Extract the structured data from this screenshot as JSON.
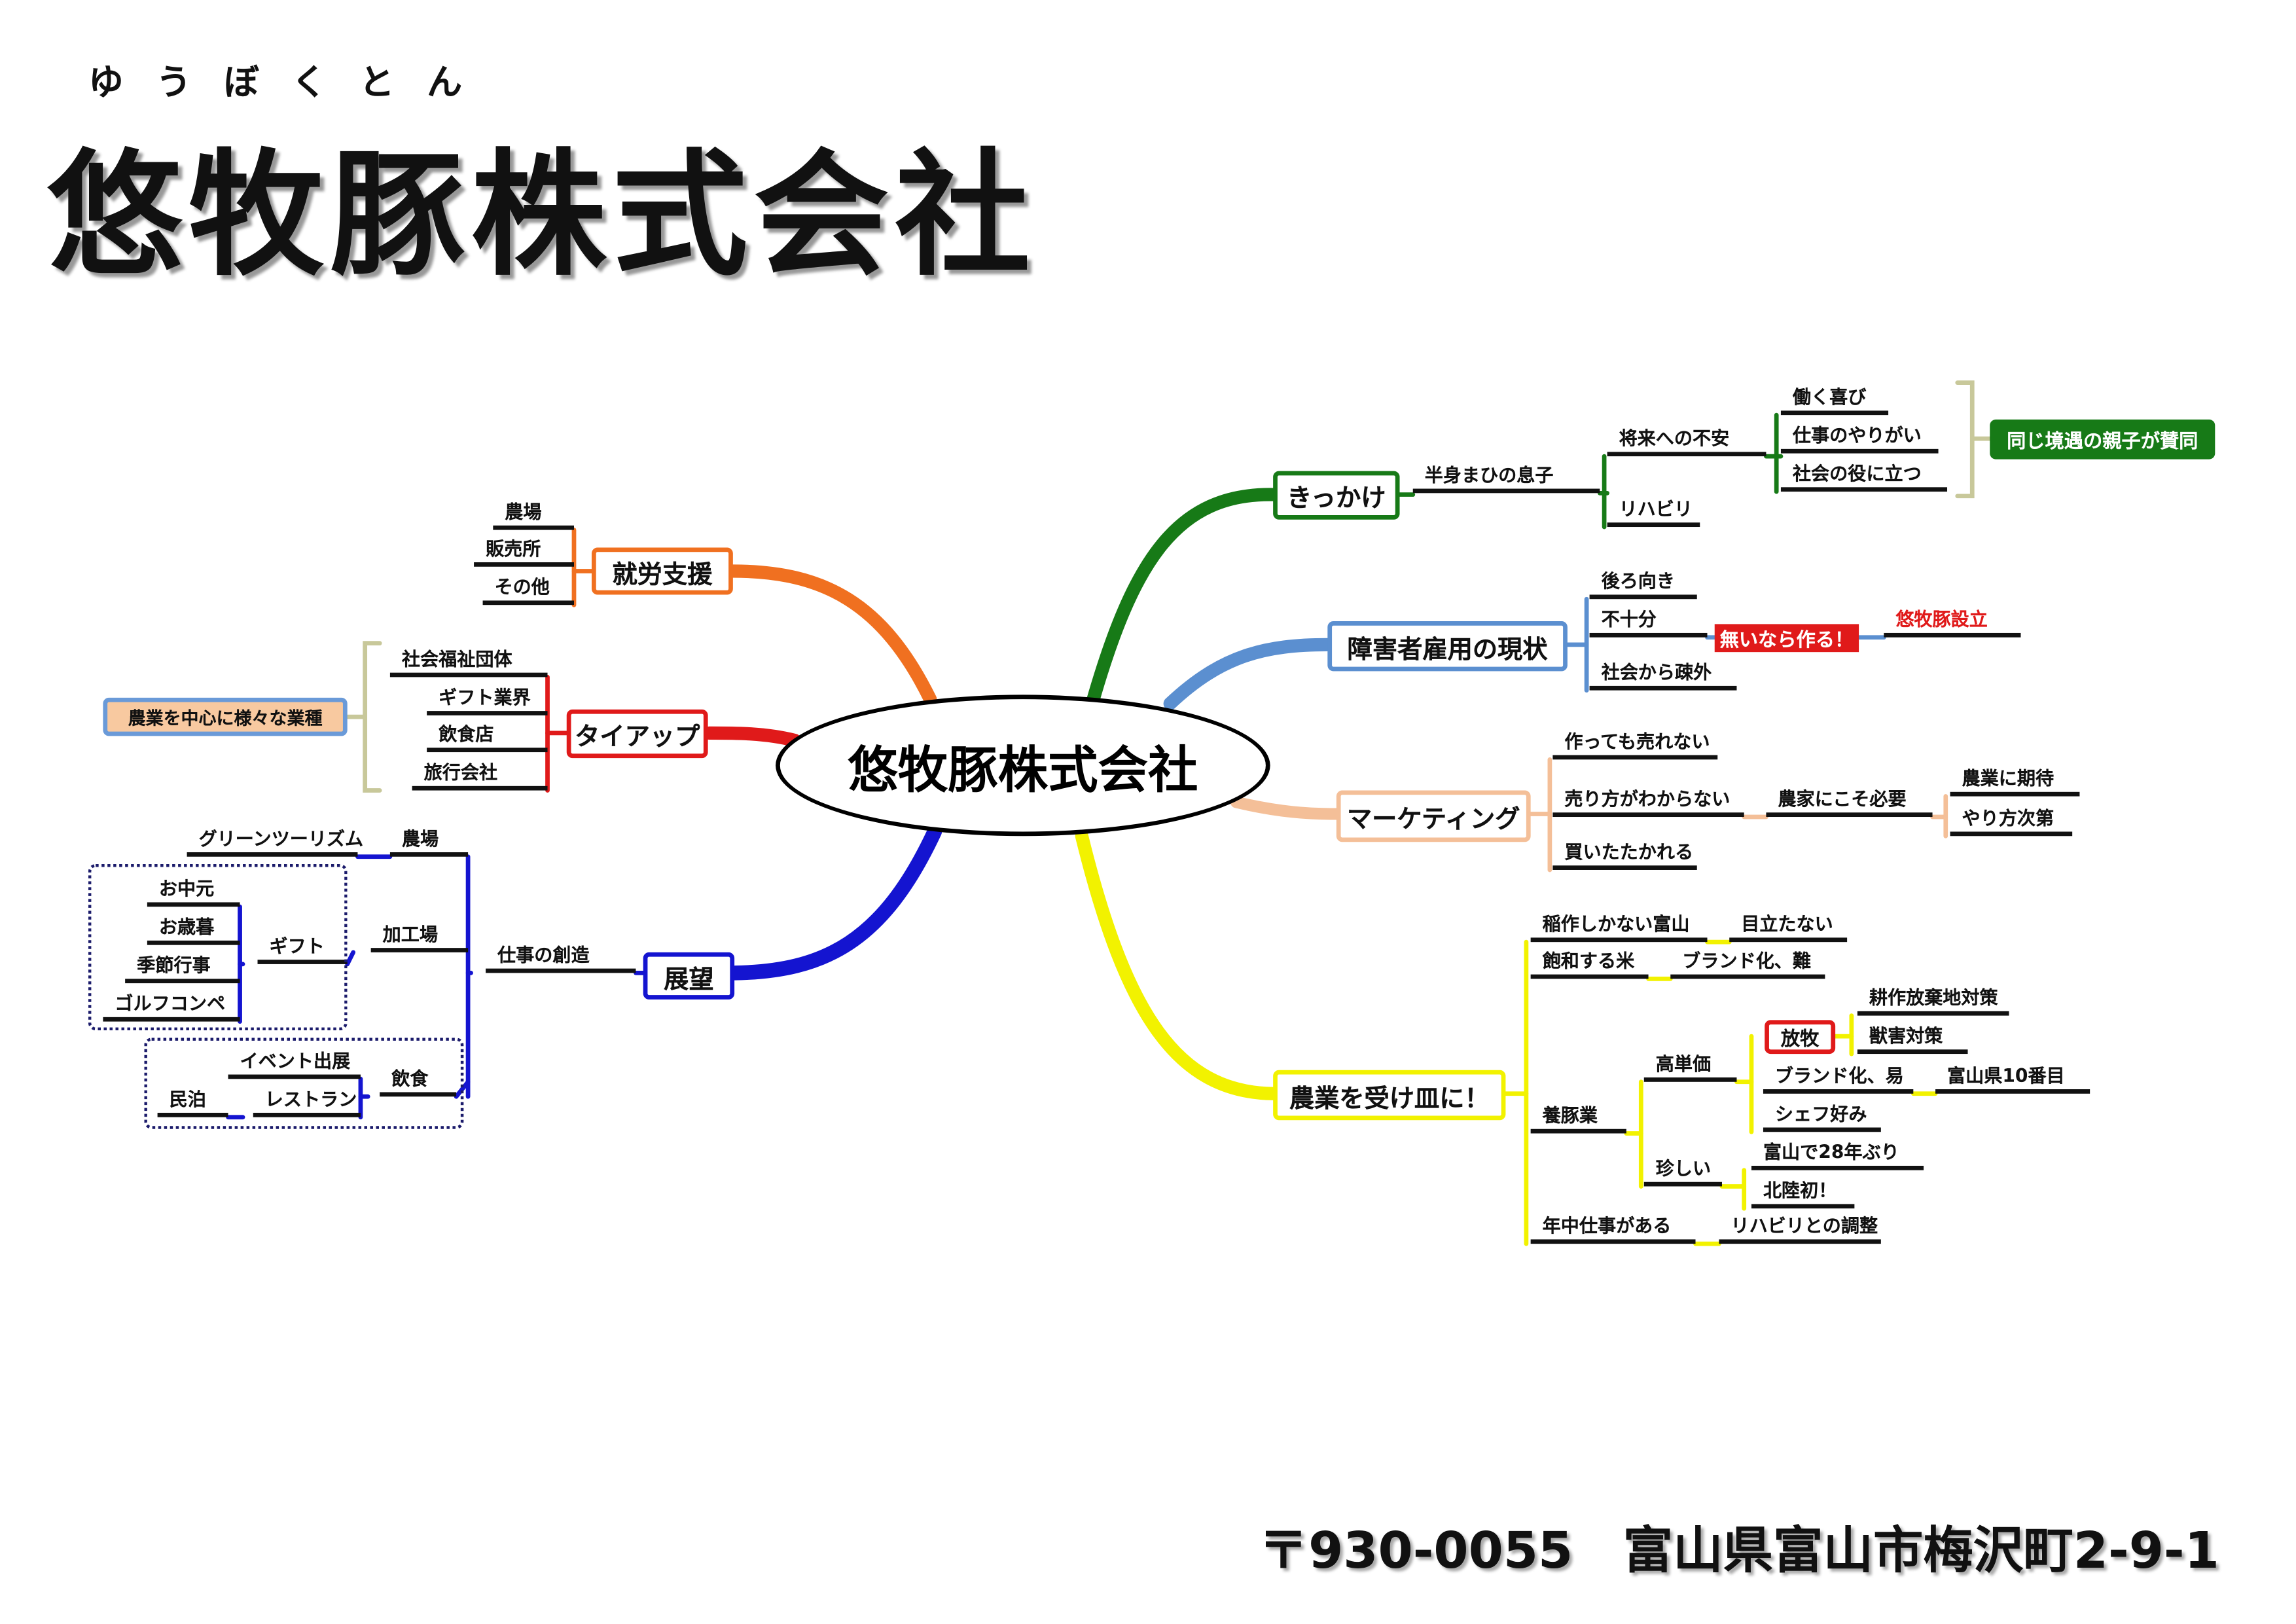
{
  "header": {
    "ruby": "ゆうぼくとん",
    "title": "悠牧豚株式会社"
  },
  "footer": {
    "address": "〒930-0055　富山県富山市梅沢町2-9-1"
  },
  "colors": {
    "green": "#177a17",
    "lightblue": "#5b8fd0",
    "peach": "#f4bf98",
    "yellow": "#f2f200",
    "orange": "#f07020",
    "red": "#e01a1a",
    "blue": "#1414d0",
    "olive": "#c8c89a"
  },
  "center": "悠牧豚株式会社",
  "kikkake": {
    "label": "きっかけ",
    "son": "半身まひの息子",
    "anxiety": "将来への不安",
    "rehab": "リハビリ",
    "joy": "働く喜び",
    "worth": "仕事のやりがい",
    "useful": "社会の役に立つ",
    "summary": "同じ境遇の親子が賛同"
  },
  "employment": {
    "label": "障害者雇用の現状",
    "backward": "後ろ向き",
    "insufficient": "不十分",
    "alienated": "社会から疎外",
    "make": "無いなら作る！",
    "founded": "悠牧豚設立"
  },
  "marketing": {
    "label": "マーケティング",
    "cant_sell": "作っても売れない",
    "dont_know": "売り方がわからない",
    "farmers_need": "農家にこそ必要",
    "expect": "農業に期待",
    "depends": "やり方次第",
    "beaten_down": "買いたたかれる"
  },
  "agri": {
    "label": "農業を受け皿に！",
    "rice_only": "稲作しかない富山",
    "inconspicuous": "目立たない",
    "rice_saturated": "飽和する米",
    "brand_hard": "ブランド化、難",
    "pig": "養豚業",
    "high_price": "高単価",
    "grazing": "放牧",
    "abandoned": "耕作放棄地対策",
    "beast": "獣害対策",
    "brand_easy": "ブランド化、易",
    "tenth": "富山県10番目",
    "chef": "シェフ好み",
    "rare": "珍しい",
    "years28": "富山で28年ぶり",
    "first": "北陸初！",
    "yearround": "年中仕事がある",
    "adjust": "リハビリとの調整"
  },
  "support": {
    "label": "就労支援",
    "farm": "農場",
    "shop": "販売所",
    "other": "その他"
  },
  "tieup": {
    "label": "タイアップ",
    "welfare": "社会福祉団体",
    "gift": "ギフト業界",
    "restaurant": "飲食店",
    "travel": "旅行会社",
    "summary": "農業を中心に様々な業種"
  },
  "vision": {
    "label": "展望",
    "jobs": "仕事の創造",
    "farm": "農場",
    "green": "グリーンツーリズム",
    "factory": "加工場",
    "gift": "ギフト",
    "chugen": "お中元",
    "seibo": "お歳暮",
    "season": "季節行事",
    "golf": "ゴルフコンペ",
    "food": "飲食",
    "event": "イベント出展",
    "restaurant": "レストラン",
    "minpaku": "民泊"
  }
}
